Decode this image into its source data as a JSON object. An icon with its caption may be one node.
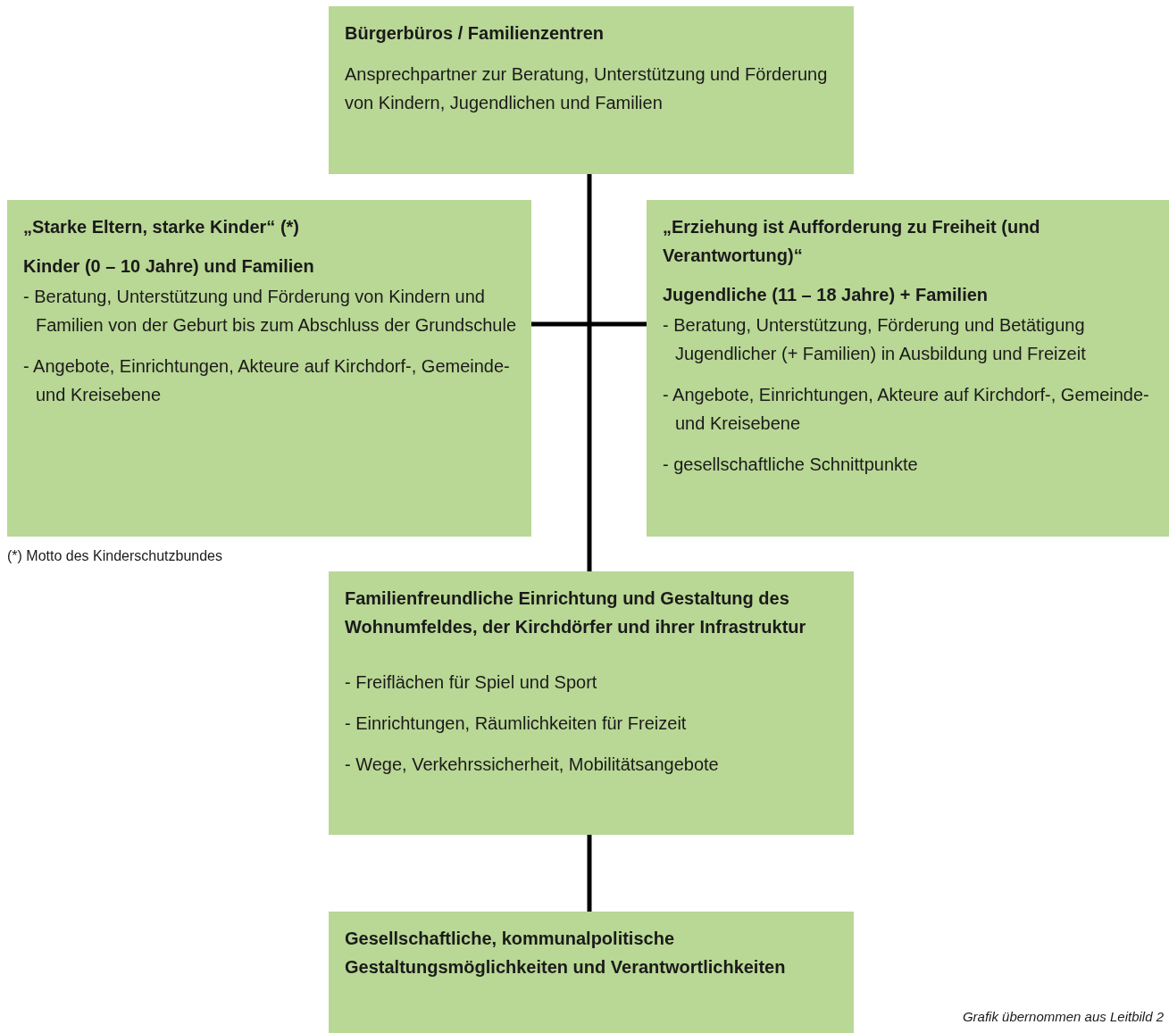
{
  "diagram": {
    "nodes": [
      {
        "text": [
          "Bürgerbüros / Familienzentren",
          "Ansprechpartner zur Beratung, Unterstützung und Förderung von Kindern, Jugendlichen und Familien"
        ]
      },
      {
        "text": [
          "„Starke Eltern, starke Kinder“ (*)",
          "Kinder (0 – 10 Jahre) und Familien",
          "- Beratung, Unterstützung und Förderung von Kindern und Familien von der Geburt bis zum Abschluss der Grundschule",
          "- Angebote, Einrichtungen, Akteure auf Kirchdorf-, Gemeinde- und Kreisebene"
        ]
      },
      {
        "text": [
          "„Erziehung ist Aufforderung zu Freiheit (und Verantwortung)“",
          "Jugendliche (11 – 18 Jahre) + Familien",
          "- Beratung, Unterstützung, Förderung und Betätigung Jugendlicher (+ Familien) in Ausbildung und Freizeit",
          "- Angebote, Einrichtungen, Akteure auf Kirchdorf-, Gemeinde- und Kreisebene",
          "- gesellschaftliche Schnittpunkte"
        ]
      },
      {
        "text": [
          "Familienfreundliche Einrichtung und Gestaltung des Wohnumfeldes, der Kirchdörfer und ihrer Infrastruktur",
          "- Freiflächen für Spiel und Sport",
          "- Einrichtungen, Räumlichkeiten für Freizeit",
          "- Wege, Verkehrssicherheit, Mobilitätsangebote"
        ]
      },
      {
        "text": [
          "Gesellschaftliche, kommunalpolitische Gestaltungsmöglichkeiten und Verantwortlichkeiten"
        ]
      }
    ],
    "edges": [
      {
        "from": 0,
        "to": 3,
        "arrow": "none"
      },
      {
        "from": 1,
        "to": 2,
        "arrow": "none"
      },
      {
        "from": 3,
        "to": 4,
        "arrow": "none"
      }
    ],
    "labels": [
      "(*) Motto des Kinderschutzbundes",
      "Grafik übernommen aus Leitbild 2"
    ]
  }
}
